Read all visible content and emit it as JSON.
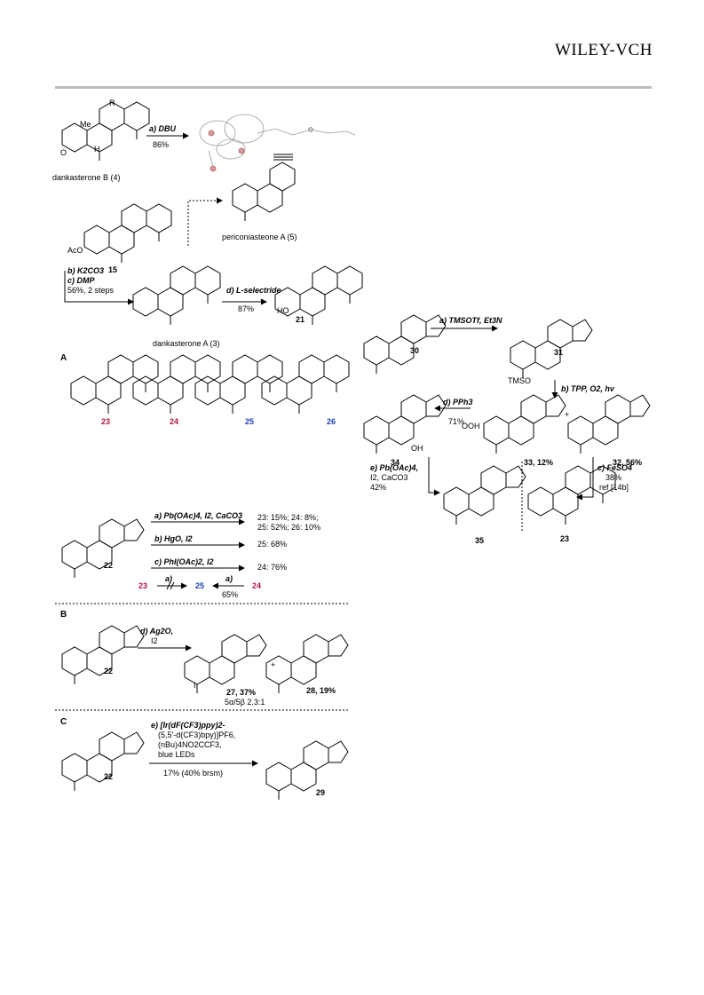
{
  "header": {
    "brand": "WILEY-VCH"
  },
  "top_scheme": {
    "dankasterone_b": "dankasterone B (4)",
    "dbu_label": "a) DBU",
    "dbu_yield": "86%",
    "periconiasteone": "periconiasteone A (5)",
    "c15": "15",
    "k2co3": "b) K2CO3",
    "dmp": "c) DMP",
    "two_steps": "56%, 2 steps",
    "dankasterone_a": "dankasterone A (3)",
    "lselectride": "d) L-selectride",
    "lselectride_yield": "87%",
    "c21": "21"
  },
  "right_scheme": {
    "c30": "30",
    "tmsotf": "a) TMSOTf, Et3N",
    "c31": "31",
    "tmso": "TMSO",
    "tpp": "b) TPP, O2, hν",
    "pph3": "d) PPh3",
    "pph3_yield": "71%",
    "c34": "34",
    "c33": "33, 12%",
    "plus": "+",
    "c32": "32, 56%",
    "pboac_line1": "e) Pb(OAc)4,",
    "pboac_line2": "I2, CaCO3",
    "pboac_yield": "42%",
    "c35": "35",
    "c23": "23",
    "feso4": "c) FeSO4",
    "feso4_yield": "38%",
    "feso4_ref": "ref [14b]"
  },
  "section_a": {
    "label": "A",
    "c23": "23",
    "c24": "24",
    "c25": "25",
    "c26": "26",
    "c22": "22",
    "cond_a": "a) Pb(OAc)4, I2, CaCO3",
    "cond_b": "b) HgO, I2",
    "cond_c": "c) PhI(OAc)2, I2",
    "res_a1": "23: 15%; 24: 8%;",
    "res_a2": "25: 52%; 26: 10%",
    "res_b": "25: 68%",
    "res_c": "24: 76%",
    "iso_left": "23",
    "iso_mid": "25",
    "iso_right": "24",
    "iso_cond": "a)",
    "iso_yield": "65%"
  },
  "section_b": {
    "label": "B",
    "c22": "22",
    "cond": "d) Ag2O,",
    "cond2": "I2",
    "c27": "27, 37%",
    "c27_ratio": "5α/5β 2.3:1",
    "c28": "28, 19%",
    "plus": "+"
  },
  "section_c": {
    "label": "C",
    "c22": "22",
    "cond1": "e) [Ir(dF(CF3)ppy)2-",
    "cond2": "(5,5'-d(CF3)bpy)]PF6,",
    "cond3": "(nBu)4NO2CCF3,",
    "cond4": "blue LEDs",
    "yield": "17% (40% brsm)",
    "c29": "29"
  },
  "atoms": {
    "me": "Me",
    "r": "R",
    "h": "H",
    "oh": "OH",
    "o": "O",
    "i": "I",
    "ooh": "OOH",
    "aco": "AcO",
    "hoa": "HO"
  }
}
